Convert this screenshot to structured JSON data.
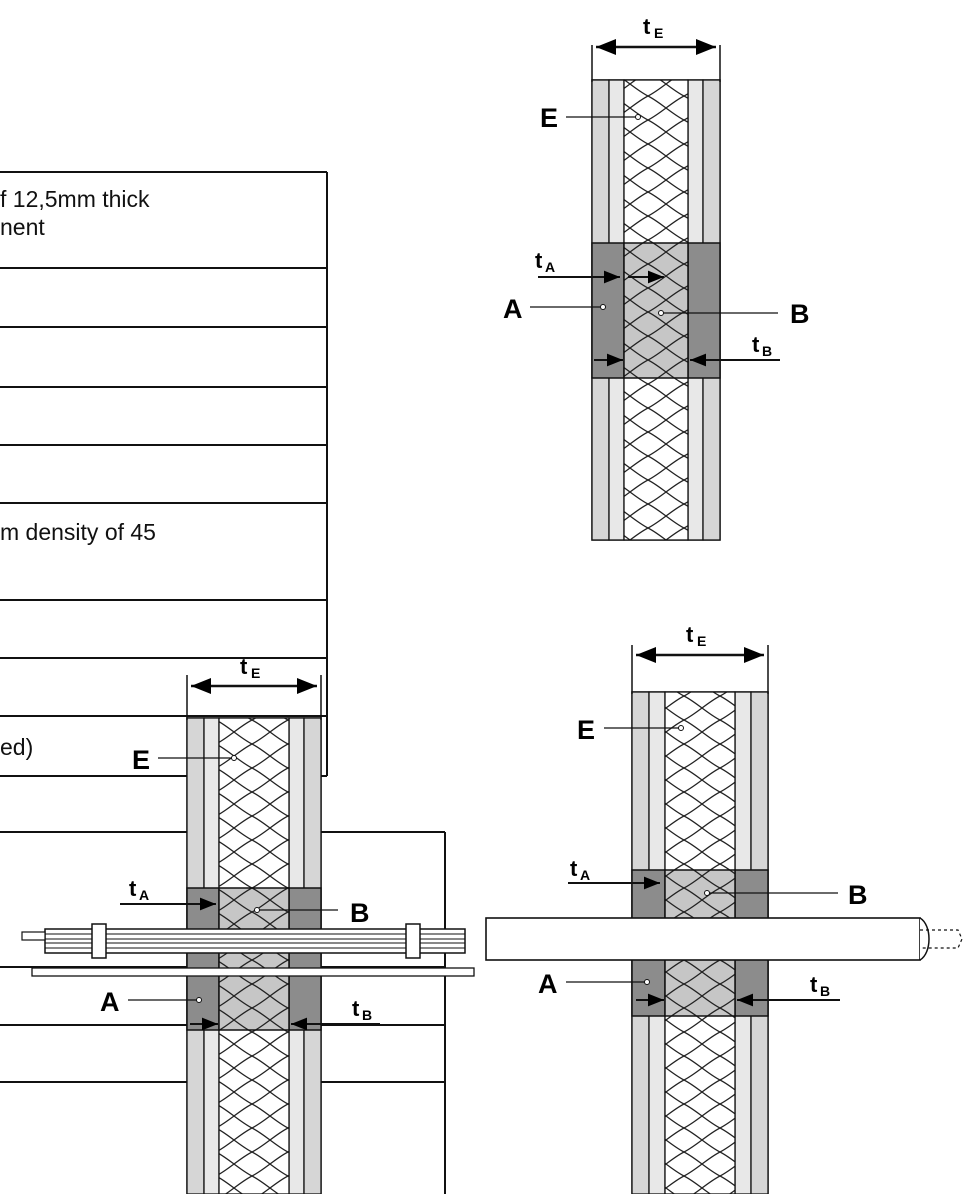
{
  "table": {
    "rows": [
      "f 12,5mm thick",
      "nent",
      "",
      "",
      "",
      "",
      "m density of 45",
      "",
      "",
      "ed)"
    ]
  },
  "diagrams": {
    "top_right": {
      "t_e": "t",
      "t_e_sub": "E",
      "e": "E",
      "t_a": "t",
      "t_a_sub": "A",
      "a": "A",
      "b": "B",
      "t_b": "t",
      "t_b_sub": "B"
    },
    "bottom_left": {
      "t_e": "t",
      "t_e_sub": "E",
      "e": "E",
      "t_a": "t",
      "t_a_sub": "A",
      "a": "A",
      "b": "B",
      "t_b": "t",
      "t_b_sub": "B"
    },
    "bottom_right": {
      "t_e": "t",
      "t_e_sub": "E",
      "e": "E",
      "t_a": "t",
      "t_a_sub": "A",
      "a": "A",
      "b": "B",
      "t_b": "t",
      "t_b_sub": "B"
    }
  },
  "colors": {
    "line": "#111111",
    "seal": "#8c8c8c",
    "insulation": "#c6c6c6",
    "board": "#d6d6d6",
    "pipe_fill": "#ffffff"
  }
}
